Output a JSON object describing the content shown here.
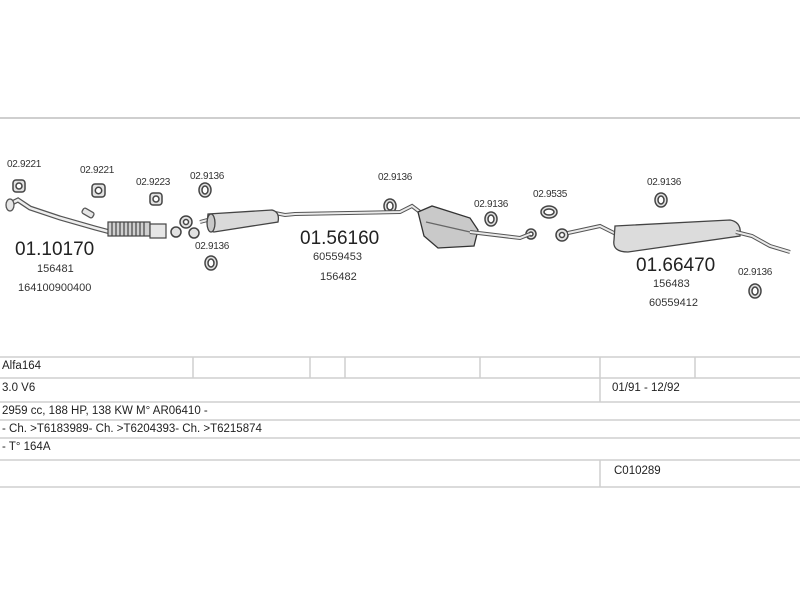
{
  "diagram": {
    "part_refs": {
      "p_0_9221_a": "02.9221",
      "p_1_9221_b": "02.9221",
      "p_2_9223": "02.9223",
      "p_3_9136_a": "02.9136",
      "p_4_9136_b": "02.9136",
      "p_5_9136_c": "02.9136",
      "p_6_9136_d": "02.9136",
      "p_7_9535": "02.9535",
      "p_8_9136_e": "02.9136",
      "p_9_9136_f": "02.9136"
    },
    "front_pipe": {
      "number": "01.10170",
      "oem1": "156481",
      "oem2": "164100900400"
    },
    "middle_silencer": {
      "number": "01.56160",
      "oem1": "60559453",
      "oem2": "156482"
    },
    "rear_silencer": {
      "number": "01.66470",
      "oem1": "156483",
      "oem2": "60559412"
    }
  },
  "vehicle_table": {
    "model": "Alfa164",
    "engine": "3.0 V6",
    "years": "01/91 - 12/92",
    "spec": "2959 cc, 188 HP, 138 KW M° AR06410 -",
    "chassis": "- Ch. >T6183989- Ch. >T6204393- Ch. >T6215874",
    "type": "- T° 164A",
    "code": "C010289"
  },
  "colors": {
    "line": "#b8b8b8",
    "part": "#555555",
    "part_fill": "#d8d8d8"
  }
}
